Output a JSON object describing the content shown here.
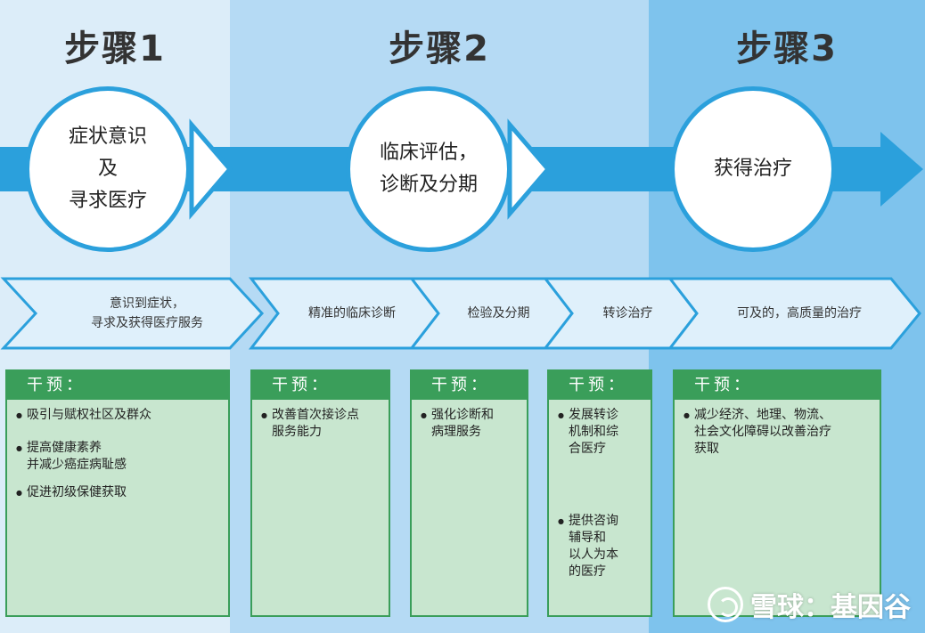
{
  "steps": [
    {
      "title": "步骤1",
      "circle": "症状意识\n及\n寻求医疗"
    },
    {
      "title": "步骤2",
      "circle": "临床评估，\n诊断及分期"
    },
    {
      "title": "步骤3",
      "circle": "获得治疗"
    }
  ],
  "chevrons": [
    {
      "label": "意识到症状，\n寻求及获得医疗服务"
    },
    {
      "label": "精准的临床诊断"
    },
    {
      "label": "检验及分期"
    },
    {
      "label": "转诊治疗"
    },
    {
      "label": "可及的，高质量的治疗"
    }
  ],
  "boxes": [
    {
      "header": "干预：",
      "items": [
        "吸引与赋权社区及群众",
        "提高健康素养\n并减少癌症病耻感",
        "促进初级保健获取"
      ]
    },
    {
      "header": "干预：",
      "items": [
        "改善首次接诊点\n服务能力"
      ]
    },
    {
      "header": "干预：",
      "items": [
        "强化诊断和\n病理服务"
      ]
    },
    {
      "header": "干预：",
      "items": [
        "发展转诊\n机制和综\n合医疗",
        "提供咨询\n辅导和\n以人为本\n的医疗"
      ]
    },
    {
      "header": "干预：",
      "items": [
        "减少经济、地理、物流、\n社会文化障碍以改善治疗\n获取"
      ]
    }
  ],
  "watermark": {
    "text": "雪球：基因谷"
  },
  "colors": {
    "arrow": "#2ba0dc",
    "chevron_fill": "#dff0fb",
    "box_fill": "#c8e6cf",
    "box_border": "#3a9e5a"
  }
}
